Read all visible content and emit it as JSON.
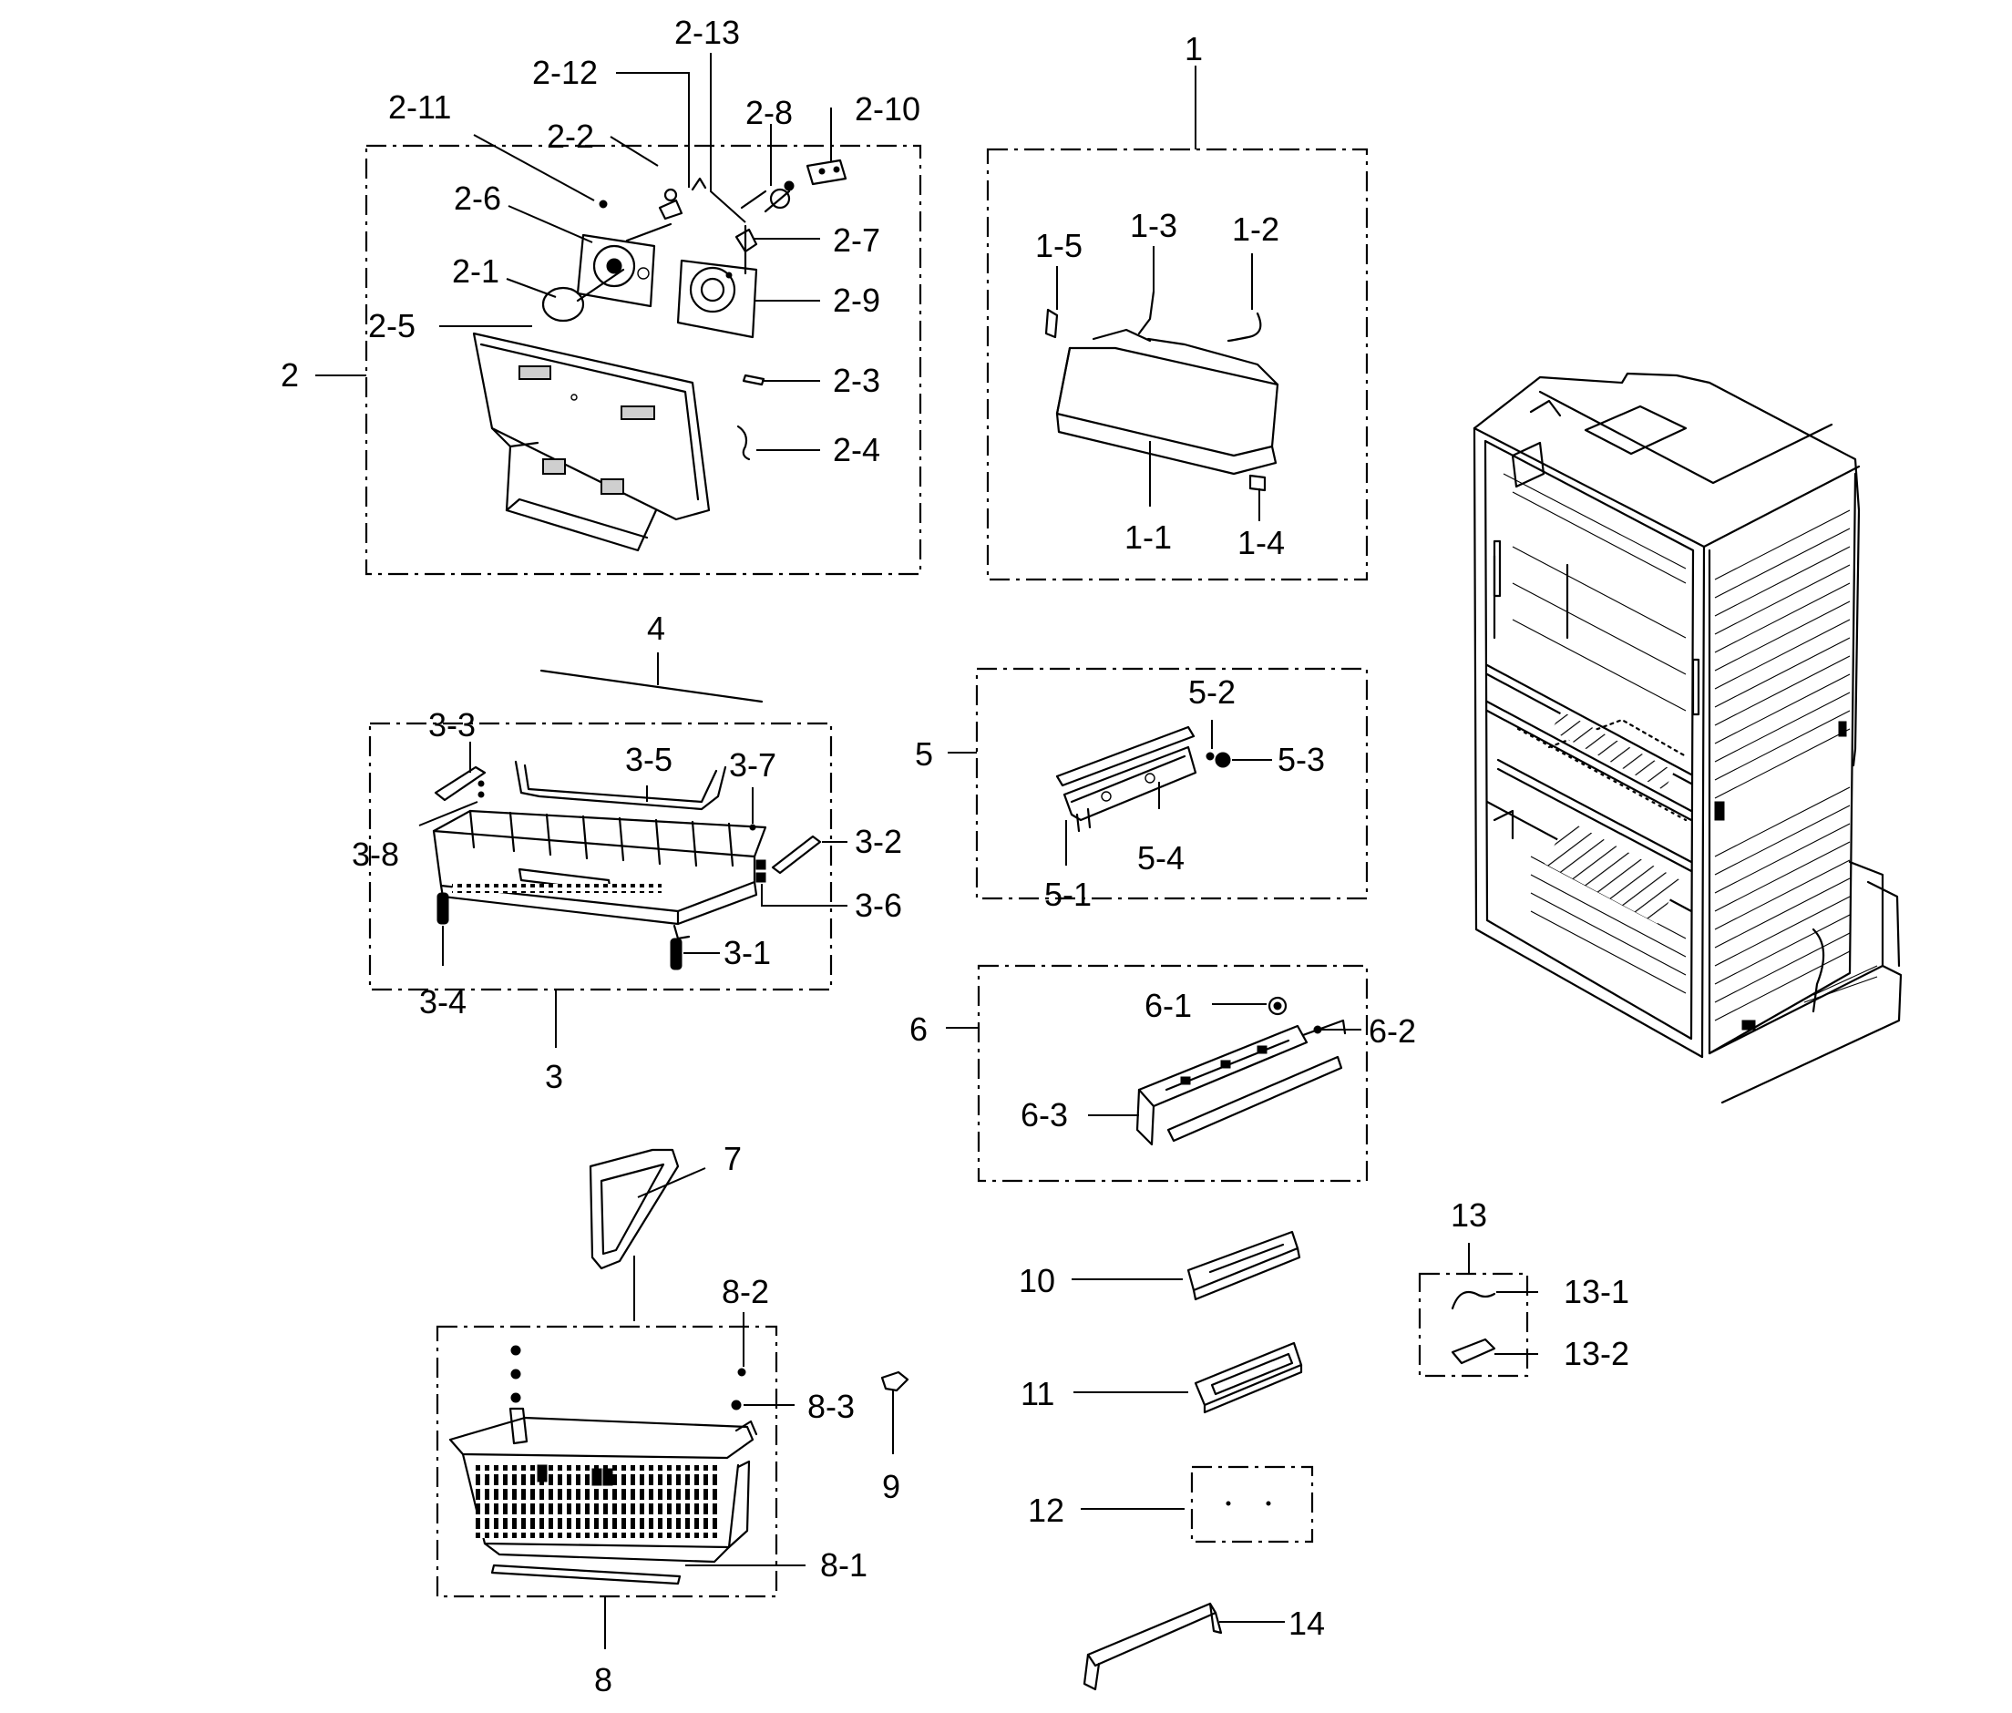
{
  "labels": {
    "l1": "1",
    "l1_1": "1-1",
    "l1_2": "1-2",
    "l1_3": "1-3",
    "l1_4": "1-4",
    "l1_5": "1-5",
    "l2": "2",
    "l2_1": "2-1",
    "l2_2": "2-2",
    "l2_3": "2-3",
    "l2_4": "2-4",
    "l2_5": "2-5",
    "l2_6": "2-6",
    "l2_7": "2-7",
    "l2_8": "2-8",
    "l2_9": "2-9",
    "l2_10": "2-10",
    "l2_11": "2-11",
    "l2_12": "2-12",
    "l2_13": "2-13",
    "l3": "3",
    "l3_1": "3-1",
    "l3_2": "3-2",
    "l3_3": "3-3",
    "l3_4": "3-4",
    "l3_5": "3-5",
    "l3_6": "3-6",
    "l3_7": "3-7",
    "l3_8": "3-8",
    "l4": "4",
    "l5": "5",
    "l5_1": "5-1",
    "l5_2": "5-2",
    "l5_3": "5-3",
    "l5_4": "5-4",
    "l6": "6",
    "l6_1": "6-1",
    "l6_2": "6-2",
    "l6_3": "6-3",
    "l7": "7",
    "l8": "8",
    "l8_1": "8-1",
    "l8_2": "8-2",
    "l8_3": "8-3",
    "l9": "9",
    "l10": "10",
    "l11": "11",
    "l12": "12",
    "l13": "13",
    "l13_1": "13-1",
    "l13_2": "13-2",
    "l14": "14"
  }
}
